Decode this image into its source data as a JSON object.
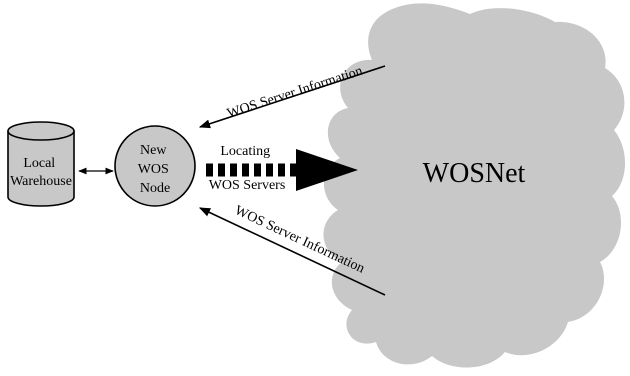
{
  "diagram": {
    "cloud_label": "WOSNet",
    "node": {
      "line1": "New",
      "line2": "WOS",
      "line3": "Node"
    },
    "warehouse": {
      "line1": "Local",
      "line2": "Warehouse"
    },
    "locating": {
      "line1": "Locating",
      "line2": "WOS Servers"
    },
    "info_top": "WOS Server Information",
    "info_bottom": "WOS Server Information"
  },
  "colors": {
    "cloud": "#c8c8c8",
    "node_fill": "#c8c8c8",
    "cylinder_fill": "#c8c8c8",
    "ink": "#000000"
  }
}
